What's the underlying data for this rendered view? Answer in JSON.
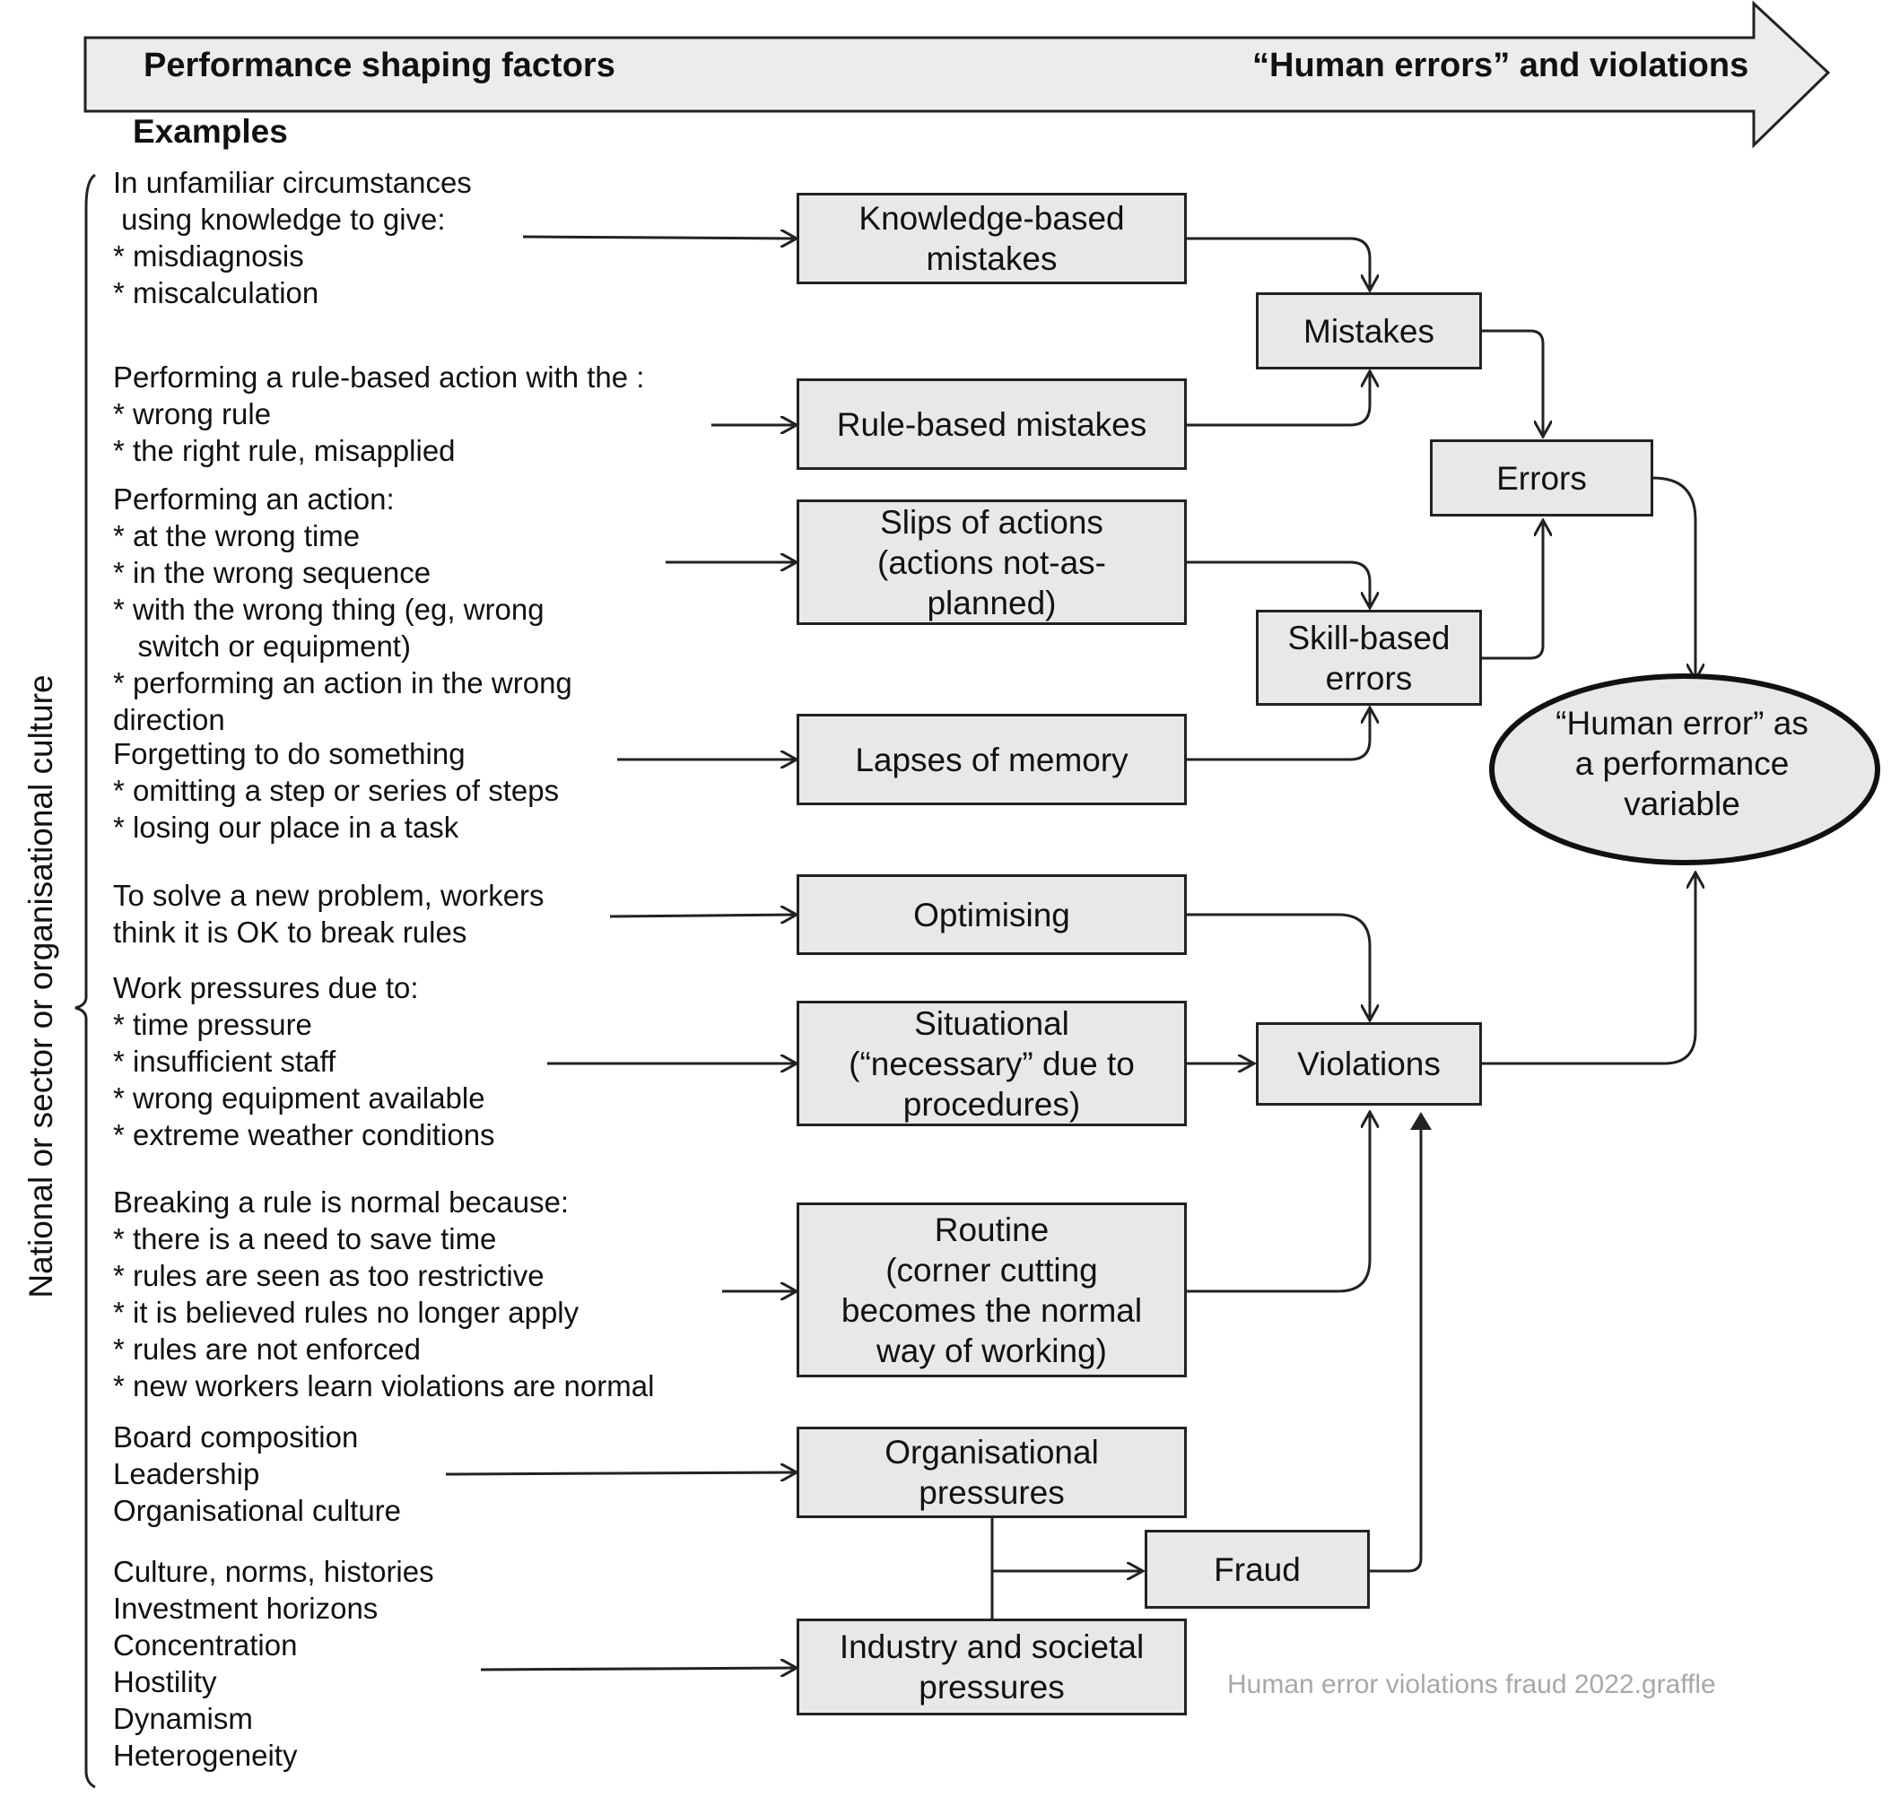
{
  "banner": {
    "left_label": "Performance shaping factors",
    "right_label": "“Human errors” and violations"
  },
  "examples_heading": "Examples",
  "side_label": "National or sector or organisational culture",
  "examples": {
    "knowledge": "In unfamiliar circumstances\n using knowledge to give:\n* misdiagnosis\n* miscalculation",
    "rule": "Performing a rule-based action with the :\n* wrong rule\n* the right rule, misapplied",
    "slips": "Performing an action:\n* at the wrong time\n* in the wrong sequence\n* with the wrong thing (eg, wrong\n   switch or equipment)\n* performing an action in the wrong\ndirection",
    "lapses": "Forgetting to do something\n* omitting a step or series of steps\n* losing our place in a task",
    "optimising": "To solve a new problem, workers\nthink it is OK to break rules",
    "situational": "Work pressures due to:\n* time pressure\n* insufficient staff\n* wrong equipment available\n* extreme weather conditions",
    "routine": "Breaking a rule is normal because:\n* there is a need to save time\n* rules are seen as too restrictive\n* it is believed rules no longer apply\n* rules are not enforced\n* new workers learn violations are normal",
    "organisational": "Board composition\nLeadership\nOrganisational culture",
    "industry": "Culture, norms, histories\nInvestment horizons\nConcentration\nHostility\nDynamism\nHeterogeneity"
  },
  "boxes": {
    "knowledge_based": "Knowledge-based\nmistakes",
    "rule_based": "Rule-based mistakes",
    "slips": "Slips of actions\n(actions not-as-\nplanned)",
    "lapses": "Lapses of memory",
    "optimising": "Optimising",
    "situational": "Situational\n(“necessary” due to\nprocedures)",
    "routine": "Routine\n(corner cutting\nbecomes the normal\nway of working)",
    "organisational": "Organisational\npressures",
    "industry": "Industry and societal\npressures",
    "mistakes": "Mistakes",
    "skill_based": "Skill-based\nerrors",
    "errors": "Errors",
    "violations": "Violations",
    "fraud": "Fraud"
  },
  "outcome": "“Human error” as\na performance\nvariable",
  "watermark": "Human error violations fraud 2022.graffle",
  "colors": {
    "box_fill": "#e8e8e8",
    "stroke": "#222222",
    "banner_fill": "#ececec",
    "watermark": "#a8a8a8"
  }
}
